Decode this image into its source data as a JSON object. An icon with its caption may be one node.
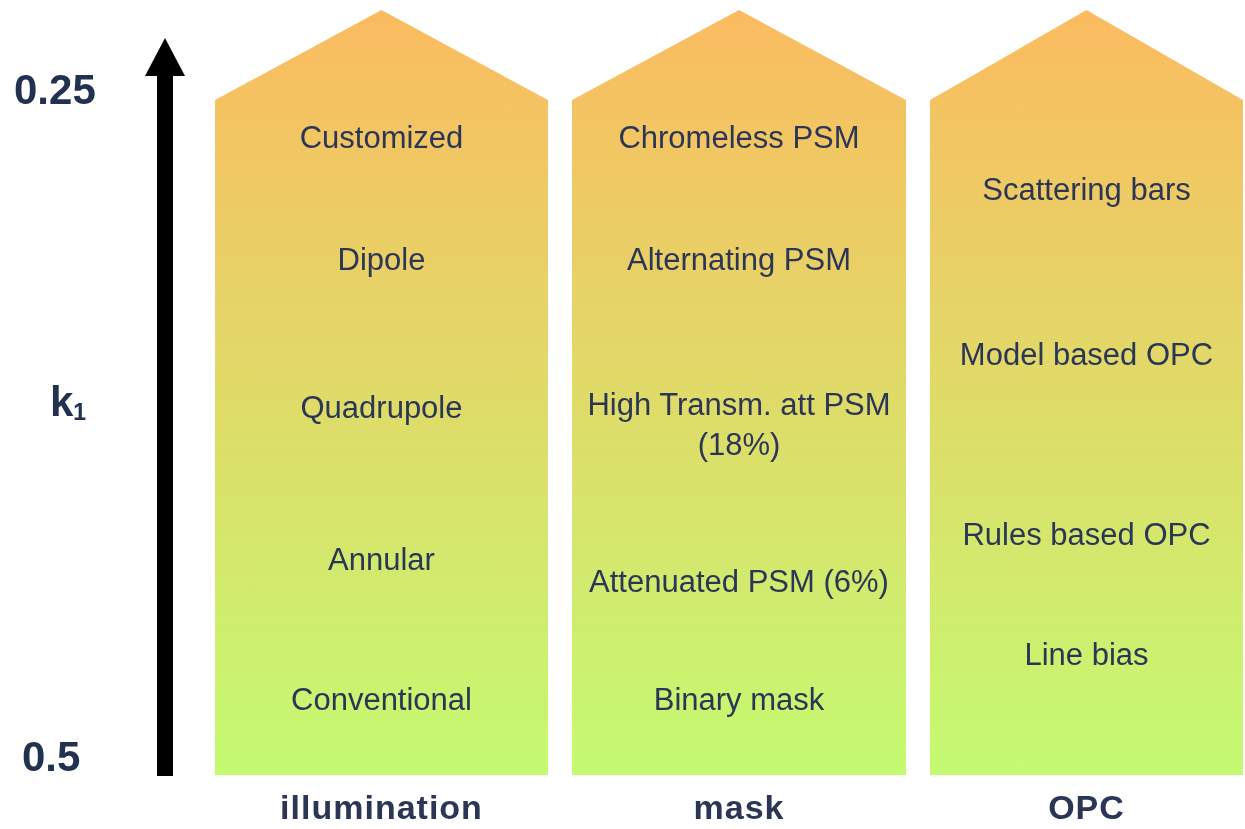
{
  "diagram": {
    "nodes": [
      {
        "text": [
          "Customized",
          "Dipole",
          "Quadrupole",
          "Annular",
          "Conventional",
          "illumination"
        ]
      },
      {
        "text": [
          "Chromeless PSM",
          "Alternating PSM",
          "High Transm. att PSM (18%)",
          "Attenuated PSM (6%)",
          "Binary mask",
          "mask"
        ]
      },
      {
        "text": [
          "Scattering bars",
          "Model based OPC",
          "Rules based OPC",
          "Line bias",
          "OPC"
        ]
      }
    ],
    "labels": [
      "0.25",
      "k$_{1}$",
      "0.5"
    ]
  }
}
